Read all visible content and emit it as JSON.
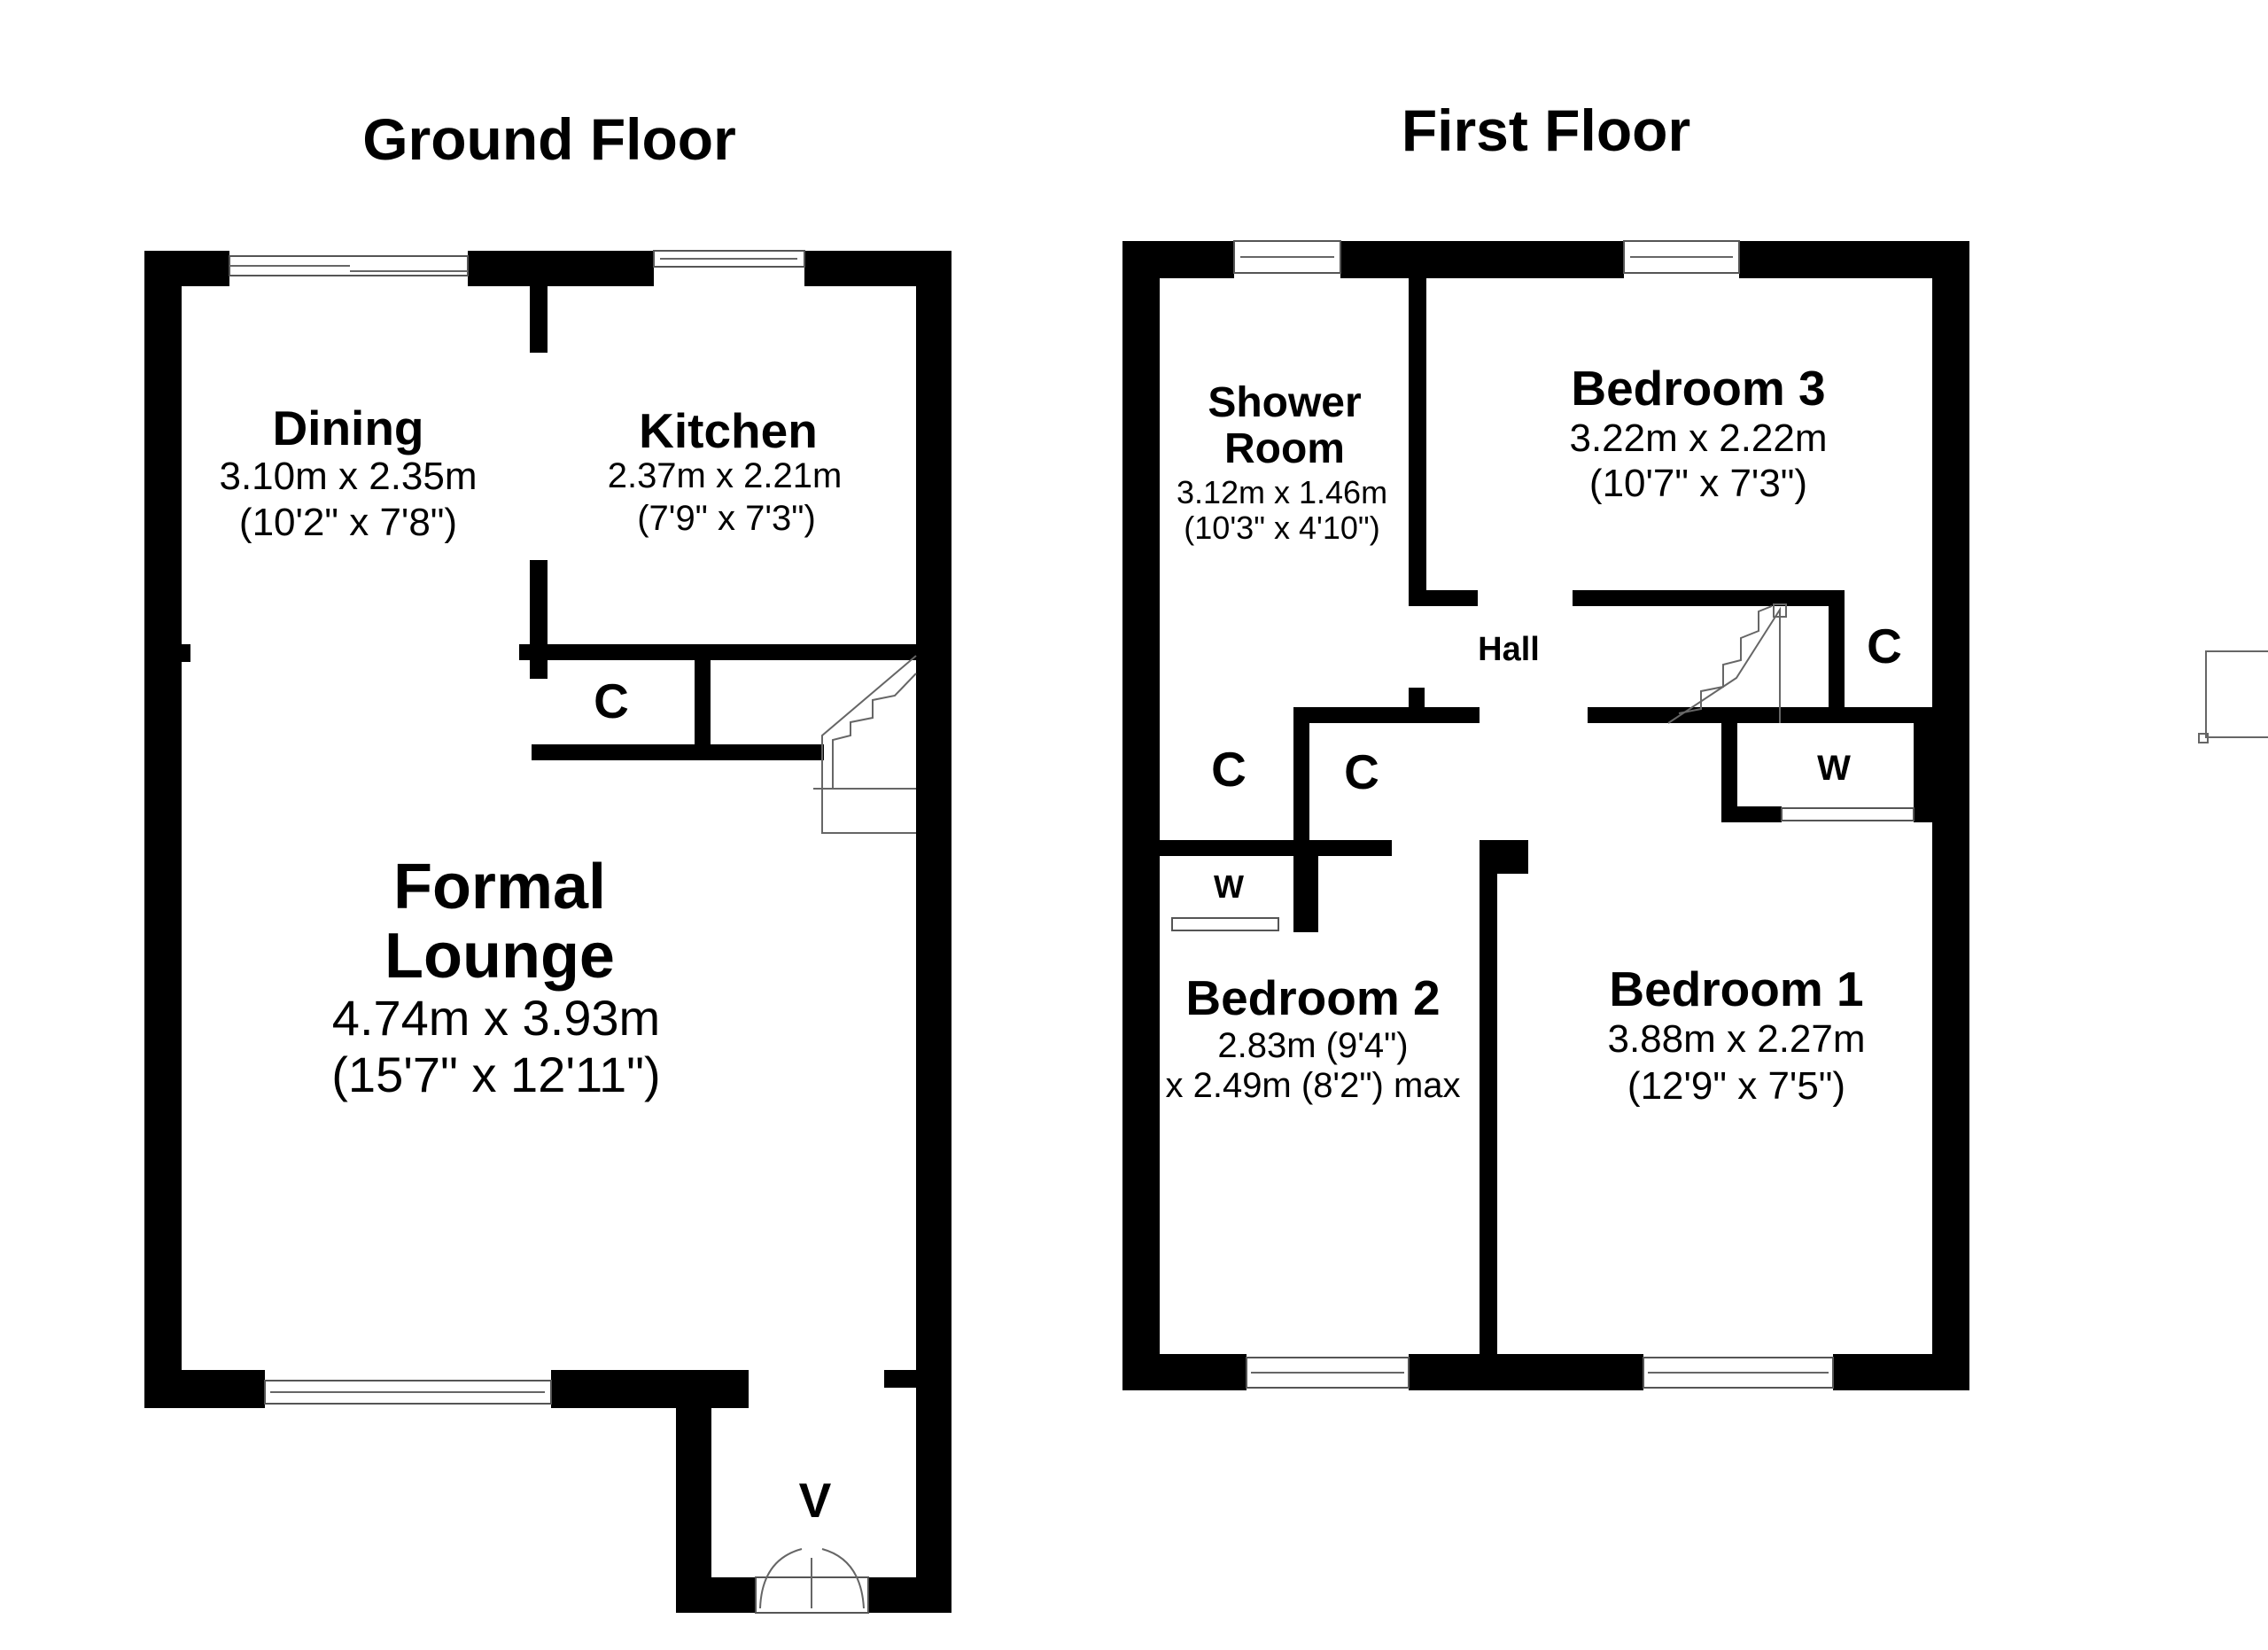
{
  "titles": {
    "ground": "Ground Floor",
    "first": "First Floor"
  },
  "rooms": {
    "dining": {
      "name": "Dining",
      "metric": "3.10m x 2.35m",
      "imperial": "(10'2\" x 7'8\")"
    },
    "kitchen": {
      "name": "Kitchen",
      "metric": "2.37m x 2.21m",
      "imperial": "(7'9\" x 7'3\")"
    },
    "lounge": {
      "name_line1": "Formal",
      "name_line2": "Lounge",
      "metric": "4.74m x 3.93m",
      "imperial": "(15'7\" x 12'11\")"
    },
    "shower": {
      "name_line1": "Shower",
      "name_line2": "Room",
      "metric": "3.12m x 1.46m",
      "imperial": "(10'3\" x 4'10\")"
    },
    "bedroom3": {
      "name": "Bedroom 3",
      "metric": "3.22m x 2.22m",
      "imperial": "(10'7\" x 7'3\")"
    },
    "bedroom2": {
      "name": "Bedroom 2",
      "line1": "2.83m (9'4\")",
      "line2": "x 2.49m (8'2\") max"
    },
    "bedroom1": {
      "name": "Bedroom 1",
      "metric": "3.88m x 2.27m",
      "imperial": "(12'9\" x 7'5\")"
    },
    "hall": "Hall"
  },
  "tags": {
    "cupboard": "C",
    "wardrobe": "W",
    "vestibule": "V"
  },
  "colors": {
    "wall": "#000000",
    "background": "#ffffff",
    "fixture_line": "#555555"
  }
}
